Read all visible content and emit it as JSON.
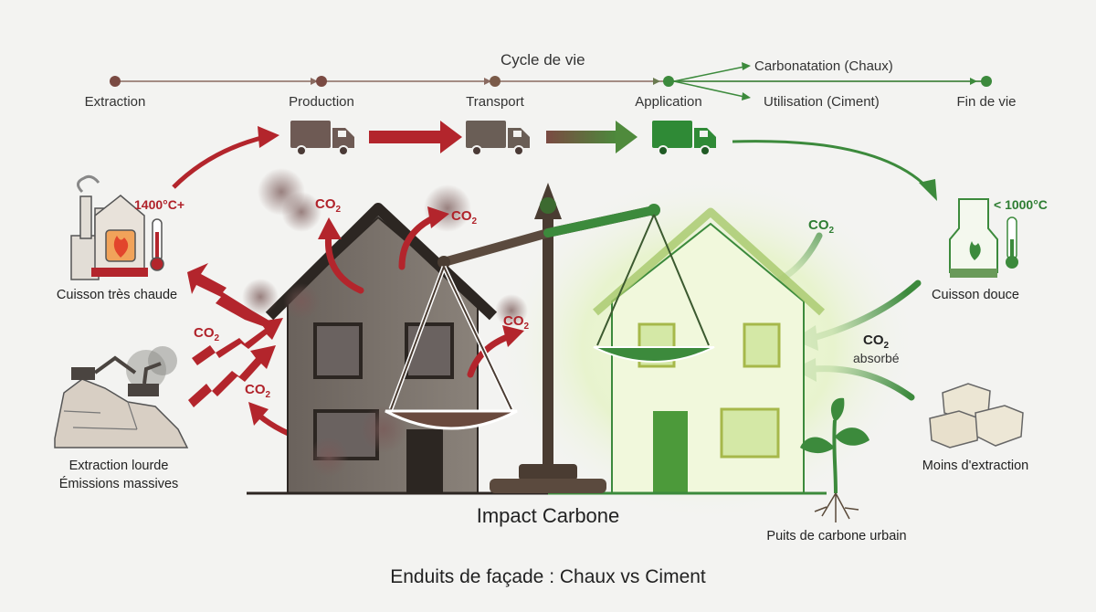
{
  "timeline": {
    "title": "Cycle de vie",
    "steps": [
      "Extraction",
      "Production",
      "Transport",
      "Application",
      "Fin de vie"
    ],
    "branch_top": "Carbonatation (Chaux)",
    "branch_bottom": "Utilisation (Ciment)"
  },
  "left": {
    "temp": "1400°C+",
    "kiln_caption": "Cuisson très chaude",
    "quarry_caption_1": "Extraction lourde",
    "quarry_caption_2": "Émissions massives"
  },
  "right": {
    "temp": "< 1000°C",
    "kiln_caption": "Cuisson douce",
    "absorbed": "absorbé",
    "stones_caption": "Moins d'extraction",
    "plant_caption": "Puits de carbone urbain"
  },
  "co2": {
    "label": "CO",
    "sub": "2"
  },
  "center_label": "Impact Carbone",
  "footer_title": "Enduits de façade : Chaux vs Ciment",
  "colors": {
    "cement": "#5a524c",
    "lime": "#3c8a3c",
    "emission": "#b3252c",
    "balance": "#5b4a3e"
  }
}
